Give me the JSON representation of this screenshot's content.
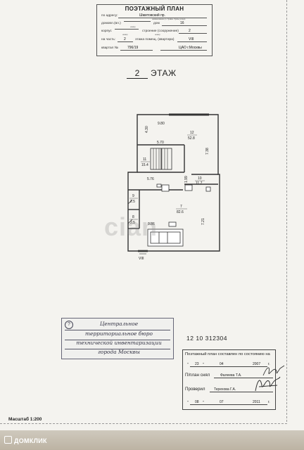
{
  "header": {
    "title": "ПОЭТАЖНЫЙ ПЛАН",
    "address_label": "по адресу:",
    "address_value": "Шмитовский пр.",
    "address_hint": "наименование (п. буквен. буквы улица)",
    "house_label": "домовл.(вл.)",
    "house_hint": "номер",
    "dom_label": "дом",
    "dom_value": "16",
    "korpus_label": "корпус",
    "korpus_hint": "номер",
    "building_label": "строение (сооружение)",
    "building_value": "2",
    "building_hint": "номер",
    "part_label": "на часть:",
    "part_value": "2",
    "floor_part_label": "этажа помещ. (квартира)",
    "room_value": "VIII",
    "kvartal_label": "квартал №",
    "kvartal_value": "796/19",
    "okrug_value": "ЦАО г.Москвы"
  },
  "floor": {
    "number": "2",
    "label": "ЭТАЖ"
  },
  "plan": {
    "dimensions": [
      "9.80",
      "4.30",
      "5.70",
      "7.38",
      "5.76",
      "1.99",
      "9.86",
      "7.21"
    ],
    "rooms": [
      {
        "number": "12",
        "area": "52.8"
      },
      {
        "number": "11",
        "area": "15.4"
      },
      {
        "number": "10",
        "area": "11.7"
      },
      {
        "number": "7",
        "area": "82.6"
      },
      {
        "number": "9",
        "area": "2.5"
      },
      {
        "number": "8",
        "area": "2.5"
      }
    ],
    "room_marker": "VIII"
  },
  "stamp": {
    "lines": [
      "Центральное",
      "территориальное бюро",
      "технической инвентаризации",
      "города Москвы"
    ]
  },
  "inventory_code": "12 10 312304",
  "compiled": {
    "line1": "Поэтажный план составлен по состоянию на",
    "date1": {
      "day": "23",
      "month": "04",
      "year": "2007",
      "suffix": "г."
    },
    "taken_label": "П/план снял",
    "taken_name": "Фалеева Т.А.",
    "checked_label": "Проверил",
    "checked_name": "Терехова Г.А.",
    "date2": {
      "day": "08",
      "month": "07",
      "year": "2011",
      "suffix": "г."
    }
  },
  "scale": "Масштаб 1:200",
  "watermark": "cian",
  "brand": "ДОМКЛИК"
}
